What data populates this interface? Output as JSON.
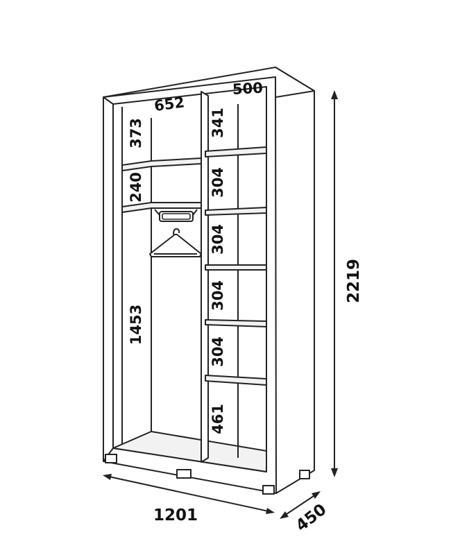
{
  "dimensions": {
    "left_width": "652",
    "right_width": "500",
    "left_top": "373",
    "left_mid": "240",
    "left_hang": "1453",
    "right_1": "341",
    "right_2": "304",
    "right_3": "304",
    "right_4": "304",
    "right_5": "304",
    "right_6": "461",
    "height": "2219",
    "width": "1201",
    "depth": "450"
  },
  "colors": {
    "line": "#222222",
    "shelf_fill": "#f2f2f2",
    "background": "#ffffff"
  },
  "icons": [
    "hanger-icon",
    "clothes-rail-icon"
  ]
}
